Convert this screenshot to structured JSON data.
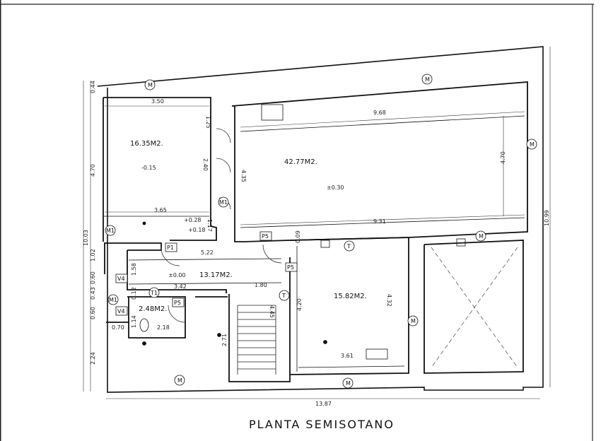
{
  "title": "PLANTA SEMISOTANO",
  "rooms": [
    {
      "area": "16.35M2.",
      "level": "-0.15"
    },
    {
      "area": "42.77M2.",
      "level": "±0.30"
    },
    {
      "area": "13.17M2.",
      "level": "±0.00"
    },
    {
      "area": "2.48M2."
    },
    {
      "area": "15.82M2."
    }
  ],
  "levels": {
    "step_a": "+0.28",
    "step_b": "+0.18"
  },
  "dimensions": {
    "top_left_width": "3.50",
    "top_right_width": "9.68",
    "inner_left_width": "3.65",
    "inner_right_width": "9.31",
    "hall_width": "5.22",
    "corridor_width": "3.42",
    "corridor_right": "1.80",
    "bath_width": "2.18",
    "bath_side": "0.70",
    "bedroom_bottom": "3.61",
    "total_width": "13.87",
    "left_left_a": "0.44",
    "left_left_b": "4.70",
    "left_left_c": "10.03",
    "left_left_d": "1.02",
    "left_left_e": "0.60",
    "left_left_f": "0.43",
    "left_left_g": "0.60",
    "left_left_h": "2.24",
    "right_total": "10.99",
    "room1_h1": "1.25",
    "room1_h2": "2.40",
    "room1_h3": "1.17",
    "room2_h": "4.35",
    "room2_right": "4.70",
    "hall_h": "1.58",
    "hall_small": "0.12",
    "bath_h": "1.14",
    "stair_h": "2.71",
    "stair_h2": "4.45",
    "bedroom_h": "4.20",
    "bedroom_right": "4.32",
    "door_small": "0.09"
  },
  "markers": {
    "m": "M",
    "m1": "M1",
    "t": "T",
    "t1": "T1",
    "p1": "P1",
    "p5": "P5",
    "v4": "V4"
  }
}
